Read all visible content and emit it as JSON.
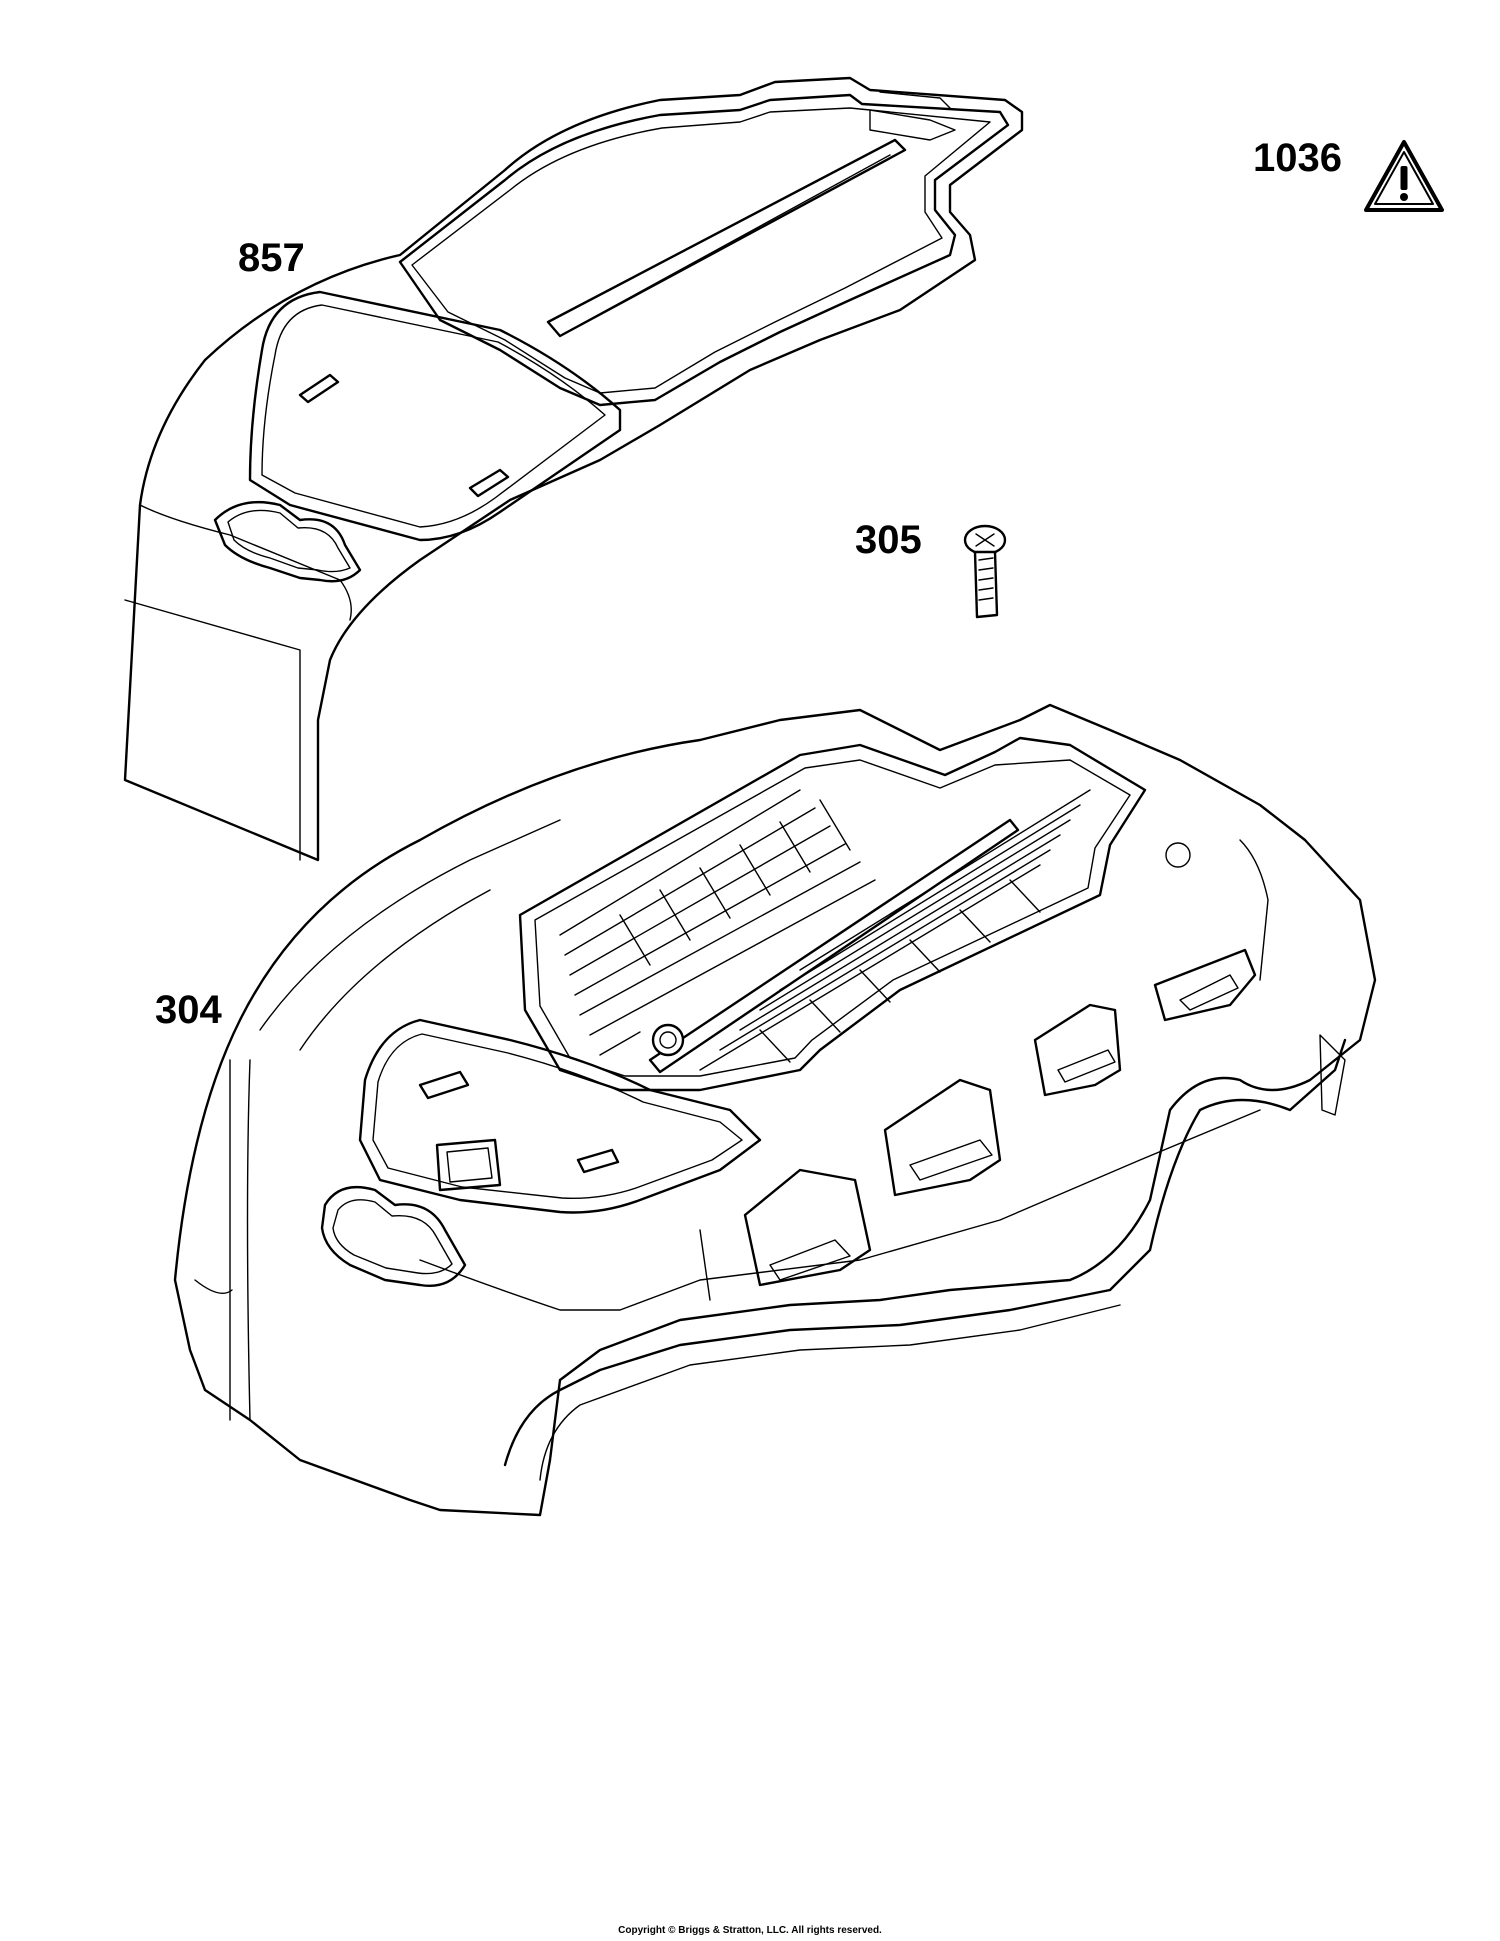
{
  "parts": {
    "cover_857": "857",
    "screw_305": "305",
    "shroud_304": "304",
    "warning_1036": "1036"
  },
  "footer": {
    "copyright": "Copyright © Briggs & Stratton, LLC. All rights reserved."
  },
  "icons": {
    "warning": "warning-triangle-icon"
  }
}
